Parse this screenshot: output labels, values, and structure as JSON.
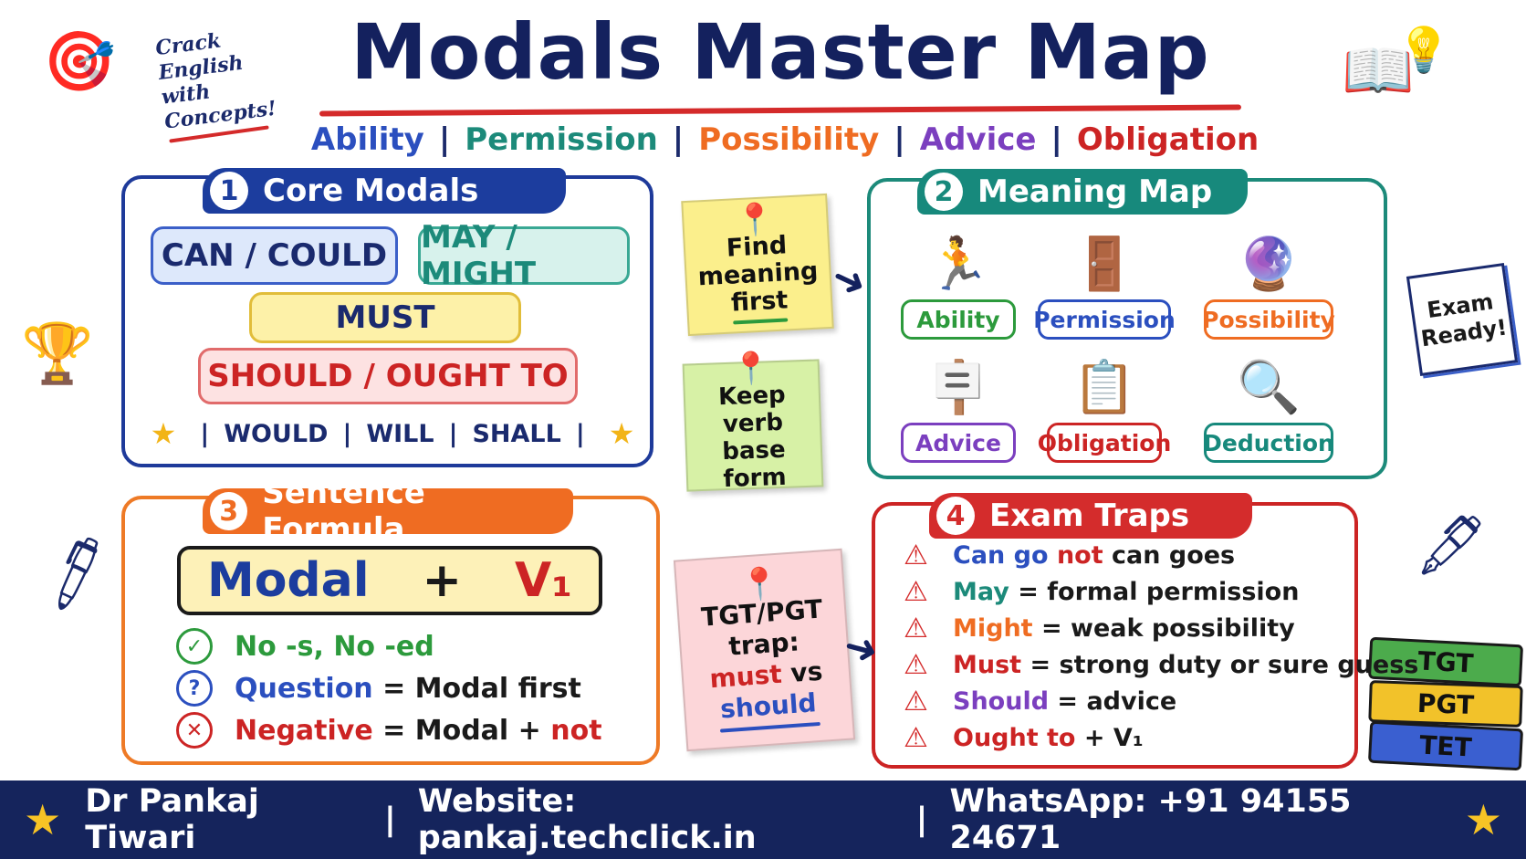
{
  "header": {
    "title": "Modals Master Map",
    "subtitle": [
      {
        "text": "Ability",
        "color": "#2b4fbf"
      },
      {
        "text": "Permission",
        "color": "#1c8a7a"
      },
      {
        "text": "Possibility",
        "color": "#ef6c22"
      },
      {
        "text": "Advice",
        "color": "#7b3fbf"
      },
      {
        "text": "Obligation",
        "color": "#cc2424"
      }
    ],
    "separator": "|",
    "corner_note": [
      "Crack",
      "English",
      "with",
      "Concepts!"
    ]
  },
  "core_modals": {
    "number": "1",
    "title": "Core Modals",
    "pills": [
      "CAN / COULD",
      "MAY / MIGHT",
      "MUST",
      "SHOULD / OUGHT TO"
    ],
    "others": [
      "WOULD",
      "WILL",
      "SHALL"
    ],
    "star_icon": "★"
  },
  "meaning_map": {
    "number": "2",
    "title": "Meaning Map",
    "items": [
      {
        "label": "Ability",
        "icon": "🏃",
        "icon_name": "running-person-icon",
        "color": "#2c9a3c"
      },
      {
        "label": "Permission",
        "icon": "🚪",
        "icon_name": "door-icon",
        "color": "#2b4fbf"
      },
      {
        "label": "Possibility",
        "icon": "🔮",
        "icon_name": "crystal-ball-icon",
        "color": "#ef6c22"
      },
      {
        "label": "Advice",
        "icon": "🪧",
        "icon_name": "signpost-icon",
        "color": "#7b3fbf"
      },
      {
        "label": "Obligation",
        "icon": "📋",
        "icon_name": "checklist-icon",
        "color": "#cc2424"
      },
      {
        "label": "Deduction",
        "icon": "🔍",
        "icon_name": "magnifier-icon",
        "color": "#17897c"
      }
    ]
  },
  "sentence_formula": {
    "number": "3",
    "title": "Sentence Formula",
    "formula": {
      "modal": "Modal",
      "plus": "+",
      "verb": "V₁"
    },
    "rules": [
      {
        "icon": "✓",
        "icon_name": "check-icon",
        "icon_color": "#2c9a3c",
        "parts": [
          [
            "No -s, ",
            "#2c9a3c"
          ],
          [
            "No ",
            "#2c9a3c"
          ],
          [
            "-ed",
            "#2c9a3c"
          ]
        ]
      },
      {
        "icon": "?",
        "icon_name": "question-icon",
        "icon_color": "#2b4fbf",
        "parts": [
          [
            "Question",
            "#2b4fbf"
          ],
          [
            " = Modal first",
            "#1a1a1a"
          ]
        ]
      },
      {
        "icon": "✕",
        "icon_name": "cross-icon",
        "icon_color": "#cc2424",
        "parts": [
          [
            "Negative",
            "#cc2424"
          ],
          [
            " = Modal + ",
            "#1a1a1a"
          ],
          [
            "not",
            "#cc2424"
          ]
        ]
      }
    ]
  },
  "exam_traps": {
    "number": "4",
    "title": "Exam Traps",
    "warn_icon": "⚠",
    "items": [
      {
        "parts": [
          [
            "Can go ",
            "#2b4fbf"
          ],
          [
            "not",
            "#cc2424"
          ],
          [
            " can goes",
            "#1a1a1a"
          ]
        ]
      },
      {
        "parts": [
          [
            "May",
            "#1c8a7a"
          ],
          [
            " = formal permission",
            "#1a1a1a"
          ]
        ]
      },
      {
        "parts": [
          [
            "Might",
            "#ef6c22"
          ],
          [
            " = weak possibility",
            "#1a1a1a"
          ]
        ]
      },
      {
        "parts": [
          [
            "Must",
            "#cc2424"
          ],
          [
            " = strong duty or sure guess",
            "#1a1a1a"
          ]
        ]
      },
      {
        "parts": [
          [
            "Should",
            "#7b3fbf"
          ],
          [
            " = advice",
            "#1a1a1a"
          ]
        ]
      },
      {
        "parts": [
          [
            "Ought to",
            "#cc2424"
          ],
          [
            " + V₁",
            "#1a1a1a"
          ]
        ]
      }
    ]
  },
  "notes": {
    "find_meaning": [
      "Find",
      "meaning",
      "first"
    ],
    "keep_verb": [
      "Keep",
      "verb",
      "base form"
    ],
    "tgt_trap": {
      "lines": [
        "TGT/PGT",
        "trap:"
      ],
      "must": "must",
      "vs": " vs",
      "should": "should"
    }
  },
  "decor": {
    "exam_ready": [
      "Exam",
      "Ready!"
    ],
    "books": [
      "TGT",
      "PGT",
      "TET"
    ]
  },
  "footer": {
    "name": "Dr Pankaj Tiwari",
    "website": "Website: pankaj.techclick.in",
    "whatsapp": "WhatsApp: +91 94155 24671",
    "separator": "|",
    "star": "★"
  }
}
